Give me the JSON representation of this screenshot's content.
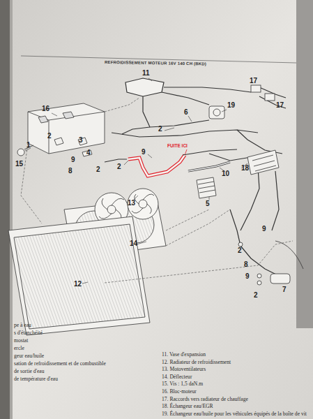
{
  "diagram": {
    "title": "REFROIDISSEMENT MOTEUR 16V 140 CH (BKD)",
    "labels": [
      "11",
      "16",
      "17",
      "17",
      "19",
      "6",
      "2",
      "1",
      "2",
      "3",
      "4",
      "9",
      "8",
      "2",
      "15",
      "9",
      "2",
      "FUITE ICI",
      "10",
      "18",
      "5",
      "13",
      "14",
      "12",
      "2",
      "9",
      "8",
      "9",
      "2",
      "7",
      "pe à eau",
      "s d'étanchéité",
      "mostat",
      "ercle",
      "geur eau/huile",
      "sation de refroidissement et de combustible",
      "de sortie d'eau",
      "de température d'eau",
      "11. Vase d'expansion",
      "12. Radiateur de refroidissement",
      "13. Motoventilateurs",
      "14. Déflecteur",
      "15. Vis : 1,5 daN.m",
      "16. Bloc-moteur",
      "17. Raccords vers radiateur de chauffage",
      "18. Échangeur eau/EGR",
      "19. Échangeur eau/huile pour les véhicules équipés de la boîte de vit"
    ]
  }
}
